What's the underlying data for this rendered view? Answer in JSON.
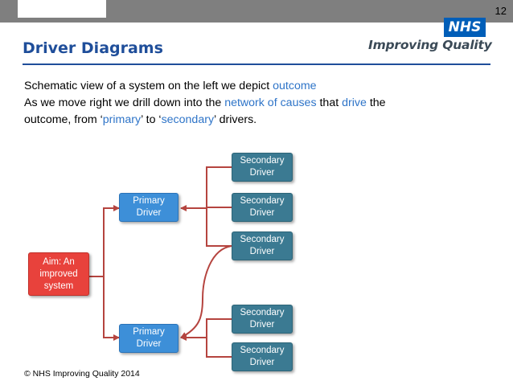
{
  "slide": {
    "page_number": "12",
    "title": "Driver Diagrams",
    "logo_text": "NHS",
    "brand_text": "Improving Quality",
    "footer": "© NHS Improving Quality 2014"
  },
  "body": {
    "line1_prefix": "Schematic view of a system on the left we depict ",
    "line1_highlight": "outcome",
    "line2_prefix": "As we move right we drill down into the ",
    "line2_highlight1": "network of causes",
    "line2_mid": " that ",
    "line2_highlight2": "drive",
    "line2_suffix": " the",
    "line3_prefix": "outcome, from ‘",
    "line3_highlight1": "primary",
    "line3_mid": "’ to ‘",
    "line3_highlight2": "secondary",
    "line3_suffix": "’ drivers."
  },
  "diagram": {
    "aim": [
      "Aim: An",
      "improved",
      "system"
    ],
    "primary_1": [
      "Primary",
      "Driver"
    ],
    "primary_2": [
      "Primary",
      "Driver"
    ],
    "secondary_1": [
      "Secondary",
      "Driver"
    ],
    "secondary_2": [
      "Secondary",
      "Driver"
    ],
    "secondary_3": [
      "Secondary",
      "Driver"
    ],
    "secondary_4": [
      "Secondary",
      "Driver"
    ],
    "secondary_5": [
      "Secondary",
      "Driver"
    ],
    "connector_color": "#b5443f",
    "aim_color": "#e8423c",
    "primary_color": "#3d8fd8",
    "secondary_color": "#3b7a92"
  }
}
